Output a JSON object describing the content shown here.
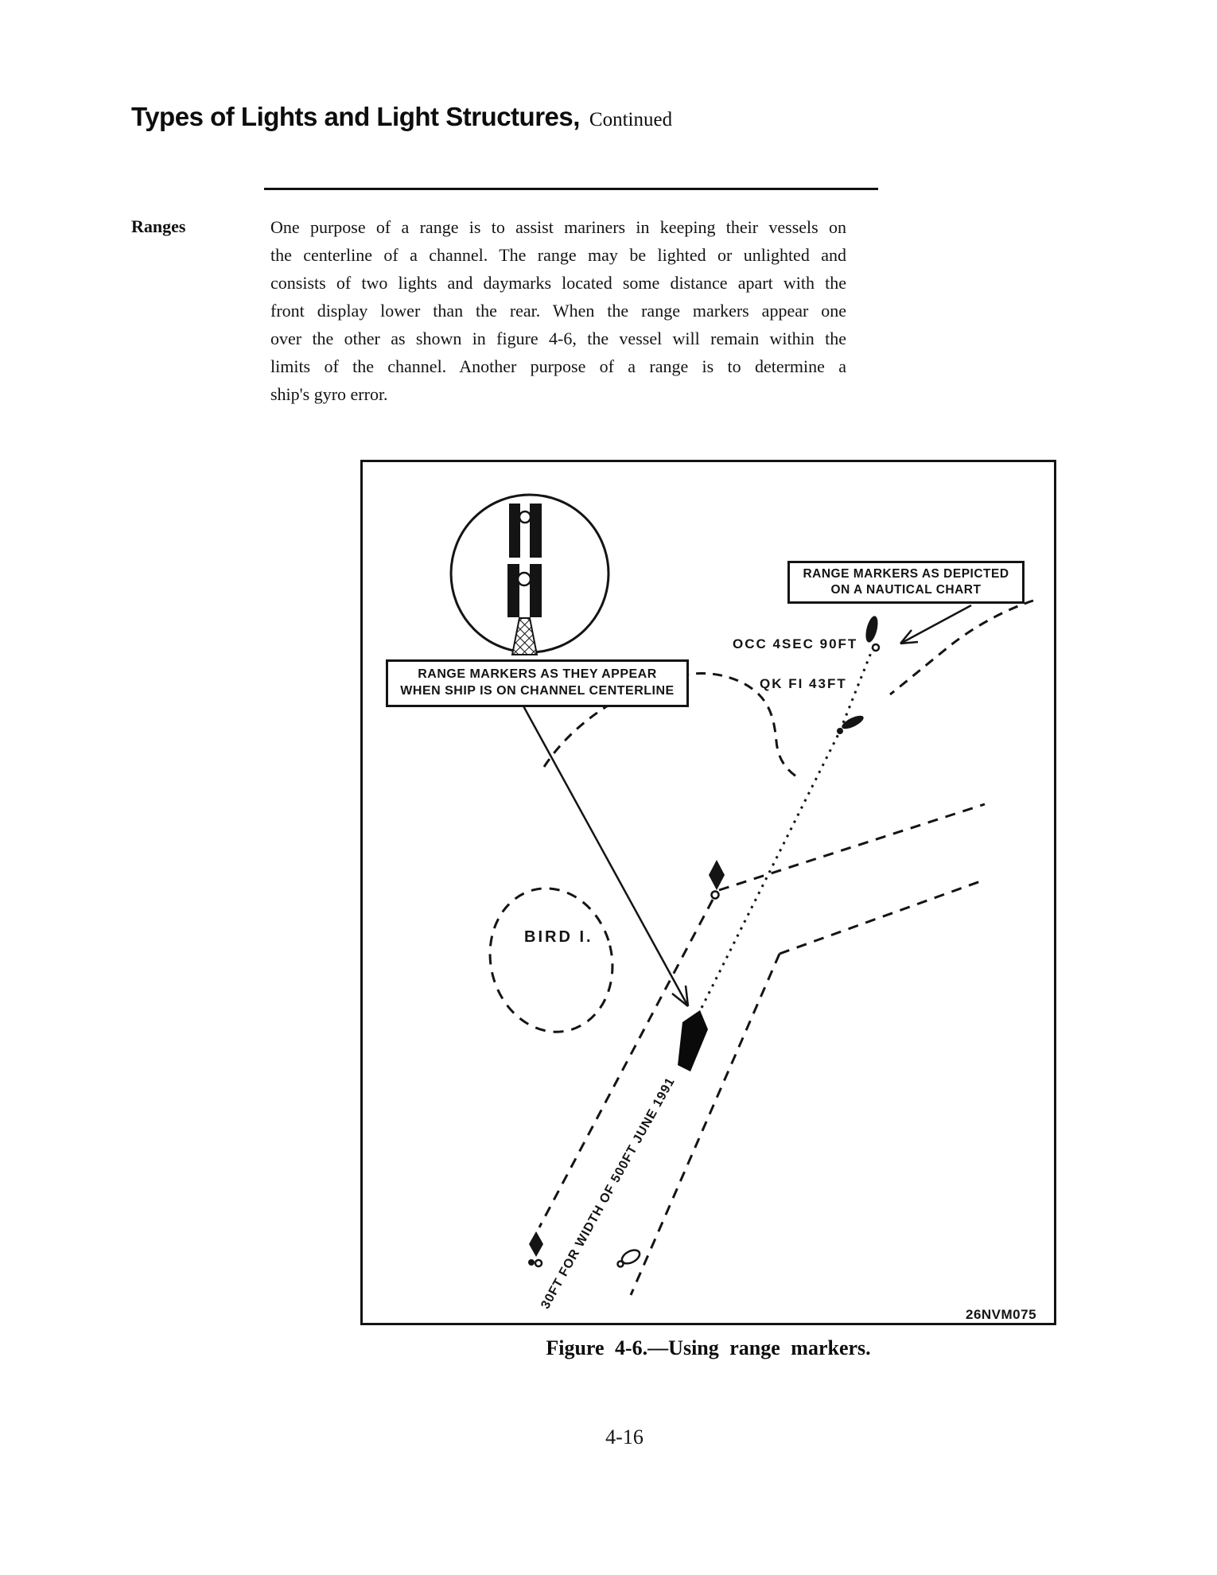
{
  "title": {
    "main": "Types of Lights and Light Structures,",
    "suffix": "Continued"
  },
  "section": {
    "label": "Ranges"
  },
  "body": {
    "lines": [
      "One purpose of a range is to assist mariners in keeping their vessels on",
      "the centerline of a channel. The range may be lighted or unlighted and",
      "consists of two lights and daymarks located some distance apart with the",
      "front display lower than the rear. When the range markers appear one",
      "over the other as shown in figure 4-6, the vessel will remain within the",
      "limits of the channel. Another purpose of a range is to determine a",
      "ship's gyro error."
    ]
  },
  "figure": {
    "labels": {
      "appear_box": [
        "RANGE MARKERS AS THEY APPEAR",
        "WHEN SHIP IS ON CHANNEL CENTERLINE"
      ],
      "chart_box": [
        "RANGE MARKERS AS DEPICTED",
        "ON A NAUTICAL CHART"
      ],
      "rear_light": "OCC 4SEC 90FT",
      "front_light": "QK FI 43FT",
      "island": "BIRD I.",
      "channel": "30FT FOR WIDTH OF 500FT JUNE 1991",
      "credit": "26NVM075"
    },
    "caption": "Figure 4-6.—Using range markers."
  },
  "footer": {
    "page_number": "4-16"
  }
}
